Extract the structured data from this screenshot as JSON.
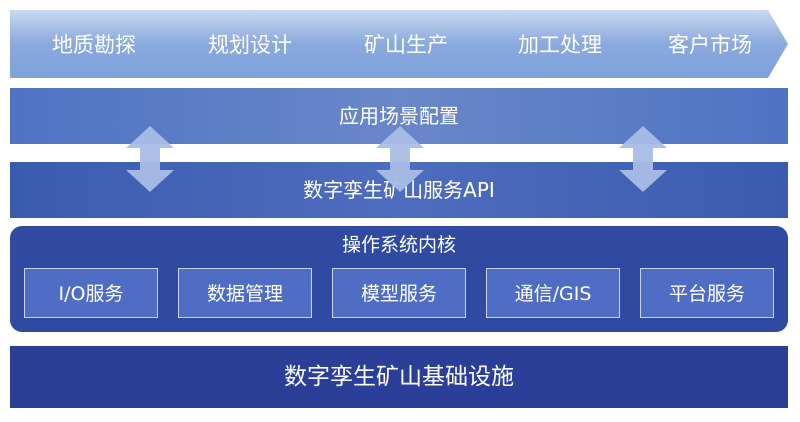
{
  "value_chain": {
    "steps": [
      {
        "label": "地质勘探"
      },
      {
        "label": "规划设计"
      },
      {
        "label": "矿山生产"
      },
      {
        "label": "加工处理"
      },
      {
        "label": "客户市场"
      }
    ]
  },
  "layers": {
    "app_config": {
      "label": "应用场景配置"
    },
    "service_api": {
      "label": "数字孪生矿山服务API"
    },
    "os_kernel": {
      "title": "操作系统内核",
      "modules": [
        {
          "label": "I/O服务"
        },
        {
          "label": "数据管理"
        },
        {
          "label": "模型服务"
        },
        {
          "label": "通信/GIS"
        },
        {
          "label": "平台服务"
        }
      ]
    },
    "infrastructure": {
      "label": "数字孪生矿山基础设施"
    }
  },
  "colors": {
    "chevron_light": "#c9d9f2",
    "chevron_dark": "#7fa1dc",
    "config_band": "#5a7cc5",
    "api_band": "#4463b6",
    "kernel_bg": "#2f4aa0",
    "module_bg": "#4f6dc4",
    "infra_band": "#2b3f99",
    "connector_arrow": "#a9bde6"
  },
  "connectors": {
    "type": "double-arrow",
    "count": 3
  }
}
